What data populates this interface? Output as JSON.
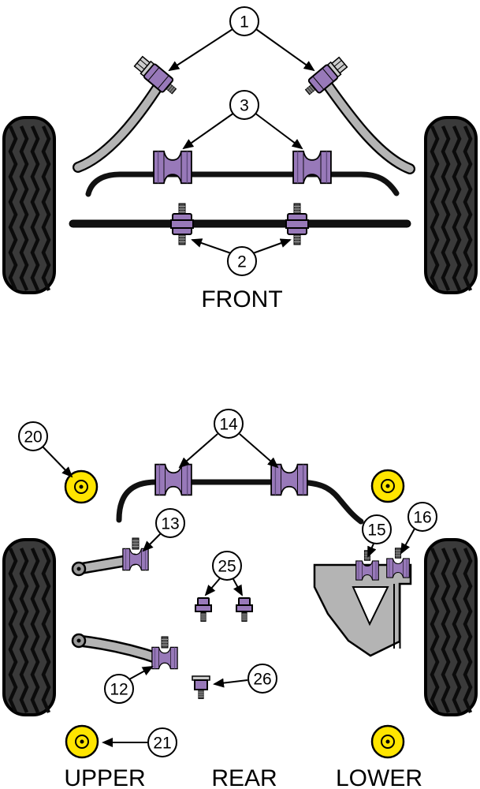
{
  "labels": {
    "front": "FRONT",
    "upper": "UPPER",
    "rear": "REAR",
    "lower": "LOWER"
  },
  "callouts": {
    "c1": "1",
    "c2": "2",
    "c3": "3",
    "c12": "12",
    "c13": "13",
    "c14": "14",
    "c15": "15",
    "c16": "16",
    "c20": "20",
    "c21": "21",
    "c25": "25",
    "c26": "26"
  },
  "colors": {
    "background": "#ffffff",
    "outline": "#000000",
    "bushing_purple": "#9879b9",
    "bushing_purple_dark": "#5f4a7d",
    "bushing_yellow": "#ffe500",
    "metal_gray": "#b4b4b4",
    "washer_gray": "#cccccc",
    "eye_gray": "#9a9a9a",
    "stud_gray": "#4d4d4d",
    "thread_light": "#9b9b9b",
    "tire_body": "#3a3a3a",
    "tire_groove": "#0b0b0b",
    "bar_black": "#111111"
  }
}
